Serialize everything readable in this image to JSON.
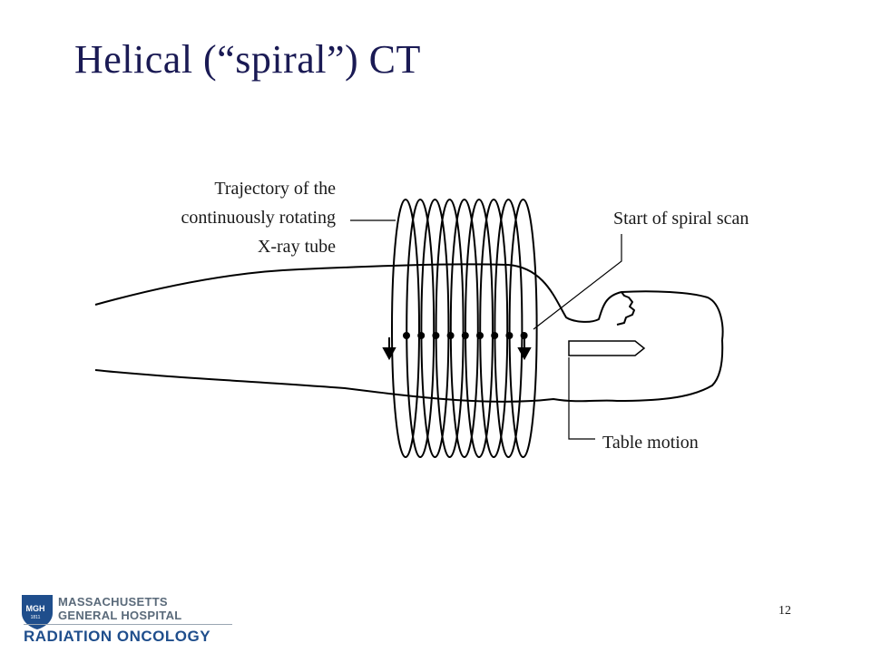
{
  "slide": {
    "title": "Helical (“spiral”) CT",
    "page_number": "12"
  },
  "labels": {
    "trajectory_line1": "Trajectory of the",
    "trajectory_line2": "continuously rotating",
    "trajectory_line3": "X-ray tube",
    "start": "Start of spiral scan",
    "table": "Table motion"
  },
  "logo": {
    "shield_text": "MGH",
    "shield_year": "1811",
    "line1": "MASSACHUSETTS",
    "line2": "GENERAL HOSPITAL",
    "line3": "RADIATION ONCOLOGY"
  },
  "colors": {
    "title": "#1a1a54",
    "logo_blue": "#1f4e8c",
    "logo_gray": "#5a6a7a"
  }
}
